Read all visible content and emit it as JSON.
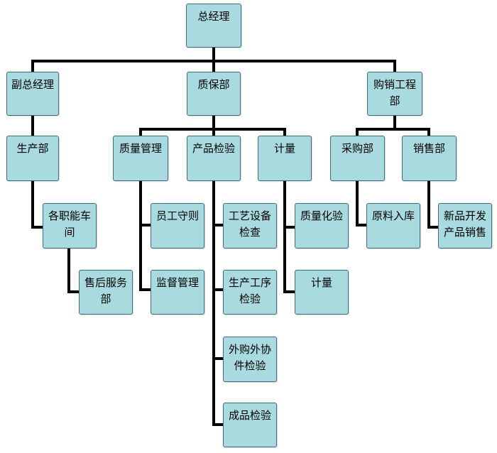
{
  "org_chart": {
    "nodes": {
      "gm": "总经理",
      "deputy_gm": "副总经理",
      "qa_dept": "质保部",
      "procurement_sales_dept": "购销工程部",
      "production_dept": "生产部",
      "workshops": "各职能车间",
      "after_sales": "售后服务部",
      "quality_mgmt": "质量管理",
      "employee_rules": "员工守则",
      "supervision_mgmt": "监督管理",
      "product_inspection": "产品检验",
      "process_equipment_check": "工艺设备检查",
      "production_process_check": "生产工序检验",
      "outsourced_parts_check": "外购外协件检验",
      "finished_product_check": "成品检验",
      "metrology": "计量",
      "quality_testing": "质量化验",
      "metrology_sub": "计量",
      "purchasing_dept": "采购部",
      "raw_material_intake": "原料入库",
      "sales_dept": "销售部",
      "new_product_sales": "新品开发产品销售"
    }
  }
}
